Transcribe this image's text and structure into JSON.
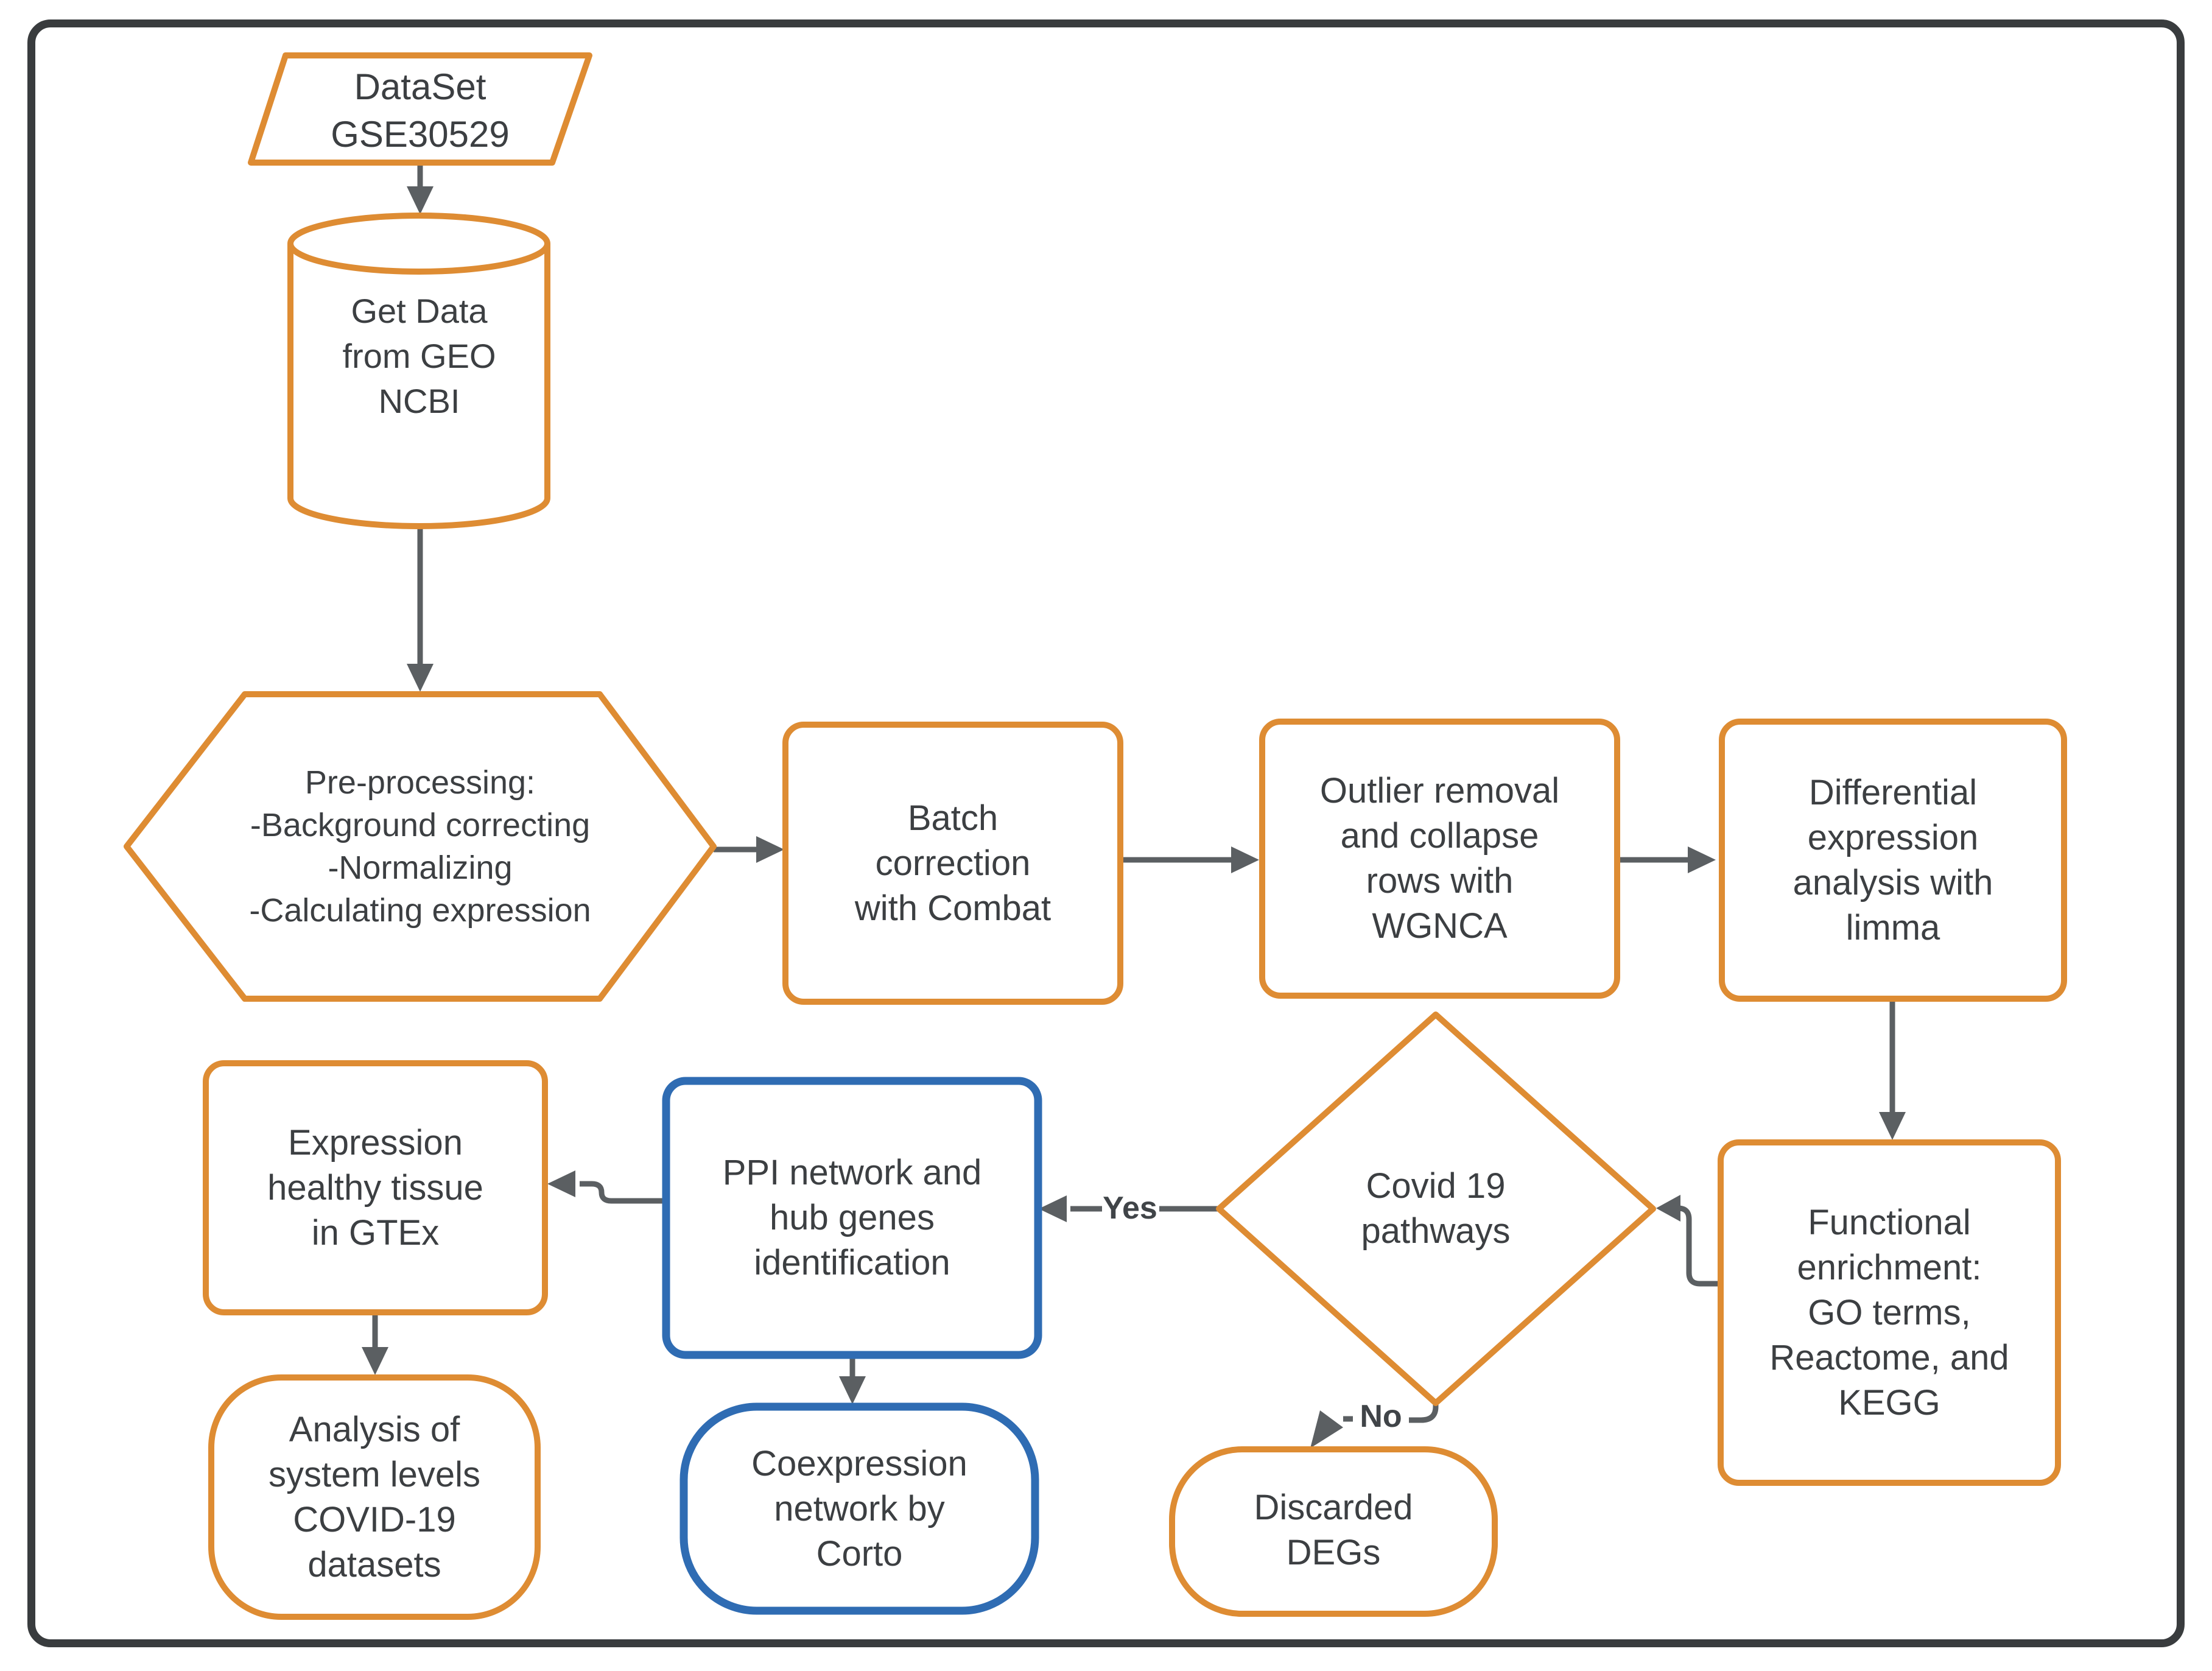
{
  "figure": {
    "type": "flowchart",
    "description_visible_only": "Bioinformatics workflow flowchart"
  },
  "colors": {
    "orange": "#DE8C33",
    "blue": "#2F6CB3",
    "connector": "#5B5F62",
    "text": "#3C3F42",
    "edgelabel": "#404448",
    "frame": "#393C3E",
    "background": "#FFFFFF"
  },
  "nodes": {
    "dataset": {
      "label": "DataSet\nGSE30529",
      "shape": "parallelogram",
      "border": "orange"
    },
    "get_data": {
      "label": "Get Data\nfrom GEO\nNCBI",
      "shape": "cylinder",
      "border": "orange"
    },
    "preprocessing": {
      "label": "Pre-processing:\n-Background correcting\n-Normalizing\n-Calculating expression",
      "shape": "hexagon",
      "border": "orange"
    },
    "batch_correction": {
      "label": "Batch\ncorrection\nwith Combat",
      "shape": "rectangle",
      "border": "orange"
    },
    "outlier_removal": {
      "label": "Outlier removal\nand collapse\nrows with\nWGNCA",
      "shape": "rectangle",
      "border": "orange"
    },
    "differential_expression": {
      "label": "Differential\nexpression\nanalysis with\nlimma",
      "shape": "rectangle",
      "border": "orange"
    },
    "functional_enrichment": {
      "label": "Functional\nenrichment:\nGO terms,\nReactome, and\nKEGG",
      "shape": "rectangle",
      "border": "orange"
    },
    "covid_pathways": {
      "label": "Covid 19\npathways",
      "shape": "diamond",
      "border": "orange"
    },
    "ppi_network": {
      "label": "PPI network and\nhub genes\nidentification",
      "shape": "rectangle",
      "border": "blue"
    },
    "coexpression": {
      "label": "Coexpression\nnetwork by\nCorto",
      "shape": "rounded-rectangle",
      "border": "blue"
    },
    "gtex_expression": {
      "label": "Expression\nhealthy tissue\nin GTEx",
      "shape": "rectangle",
      "border": "orange"
    },
    "system_levels": {
      "label": "Analysis of\nsystem levels\nCOVID-19\ndatasets",
      "shape": "rounded-rectangle",
      "border": "orange"
    },
    "discarded_degs": {
      "label": "Discarded\nDEGs",
      "shape": "rounded-rectangle",
      "border": "orange"
    }
  },
  "edge_labels": {
    "yes": "Yes",
    "no": "No"
  },
  "edges": [
    {
      "from": "dataset",
      "to": "get_data"
    },
    {
      "from": "get_data",
      "to": "preprocessing"
    },
    {
      "from": "preprocessing",
      "to": "batch_correction"
    },
    {
      "from": "batch_correction",
      "to": "outlier_removal"
    },
    {
      "from": "outlier_removal",
      "to": "differential_expression"
    },
    {
      "from": "differential_expression",
      "to": "functional_enrichment"
    },
    {
      "from": "functional_enrichment",
      "to": "covid_pathways"
    },
    {
      "from": "covid_pathways",
      "to": "ppi_network",
      "label": "Yes"
    },
    {
      "from": "covid_pathways",
      "to": "discarded_degs",
      "label": "No"
    },
    {
      "from": "ppi_network",
      "to": "coexpression"
    },
    {
      "from": "ppi_network",
      "to": "gtex_expression"
    },
    {
      "from": "gtex_expression",
      "to": "system_levels"
    }
  ]
}
